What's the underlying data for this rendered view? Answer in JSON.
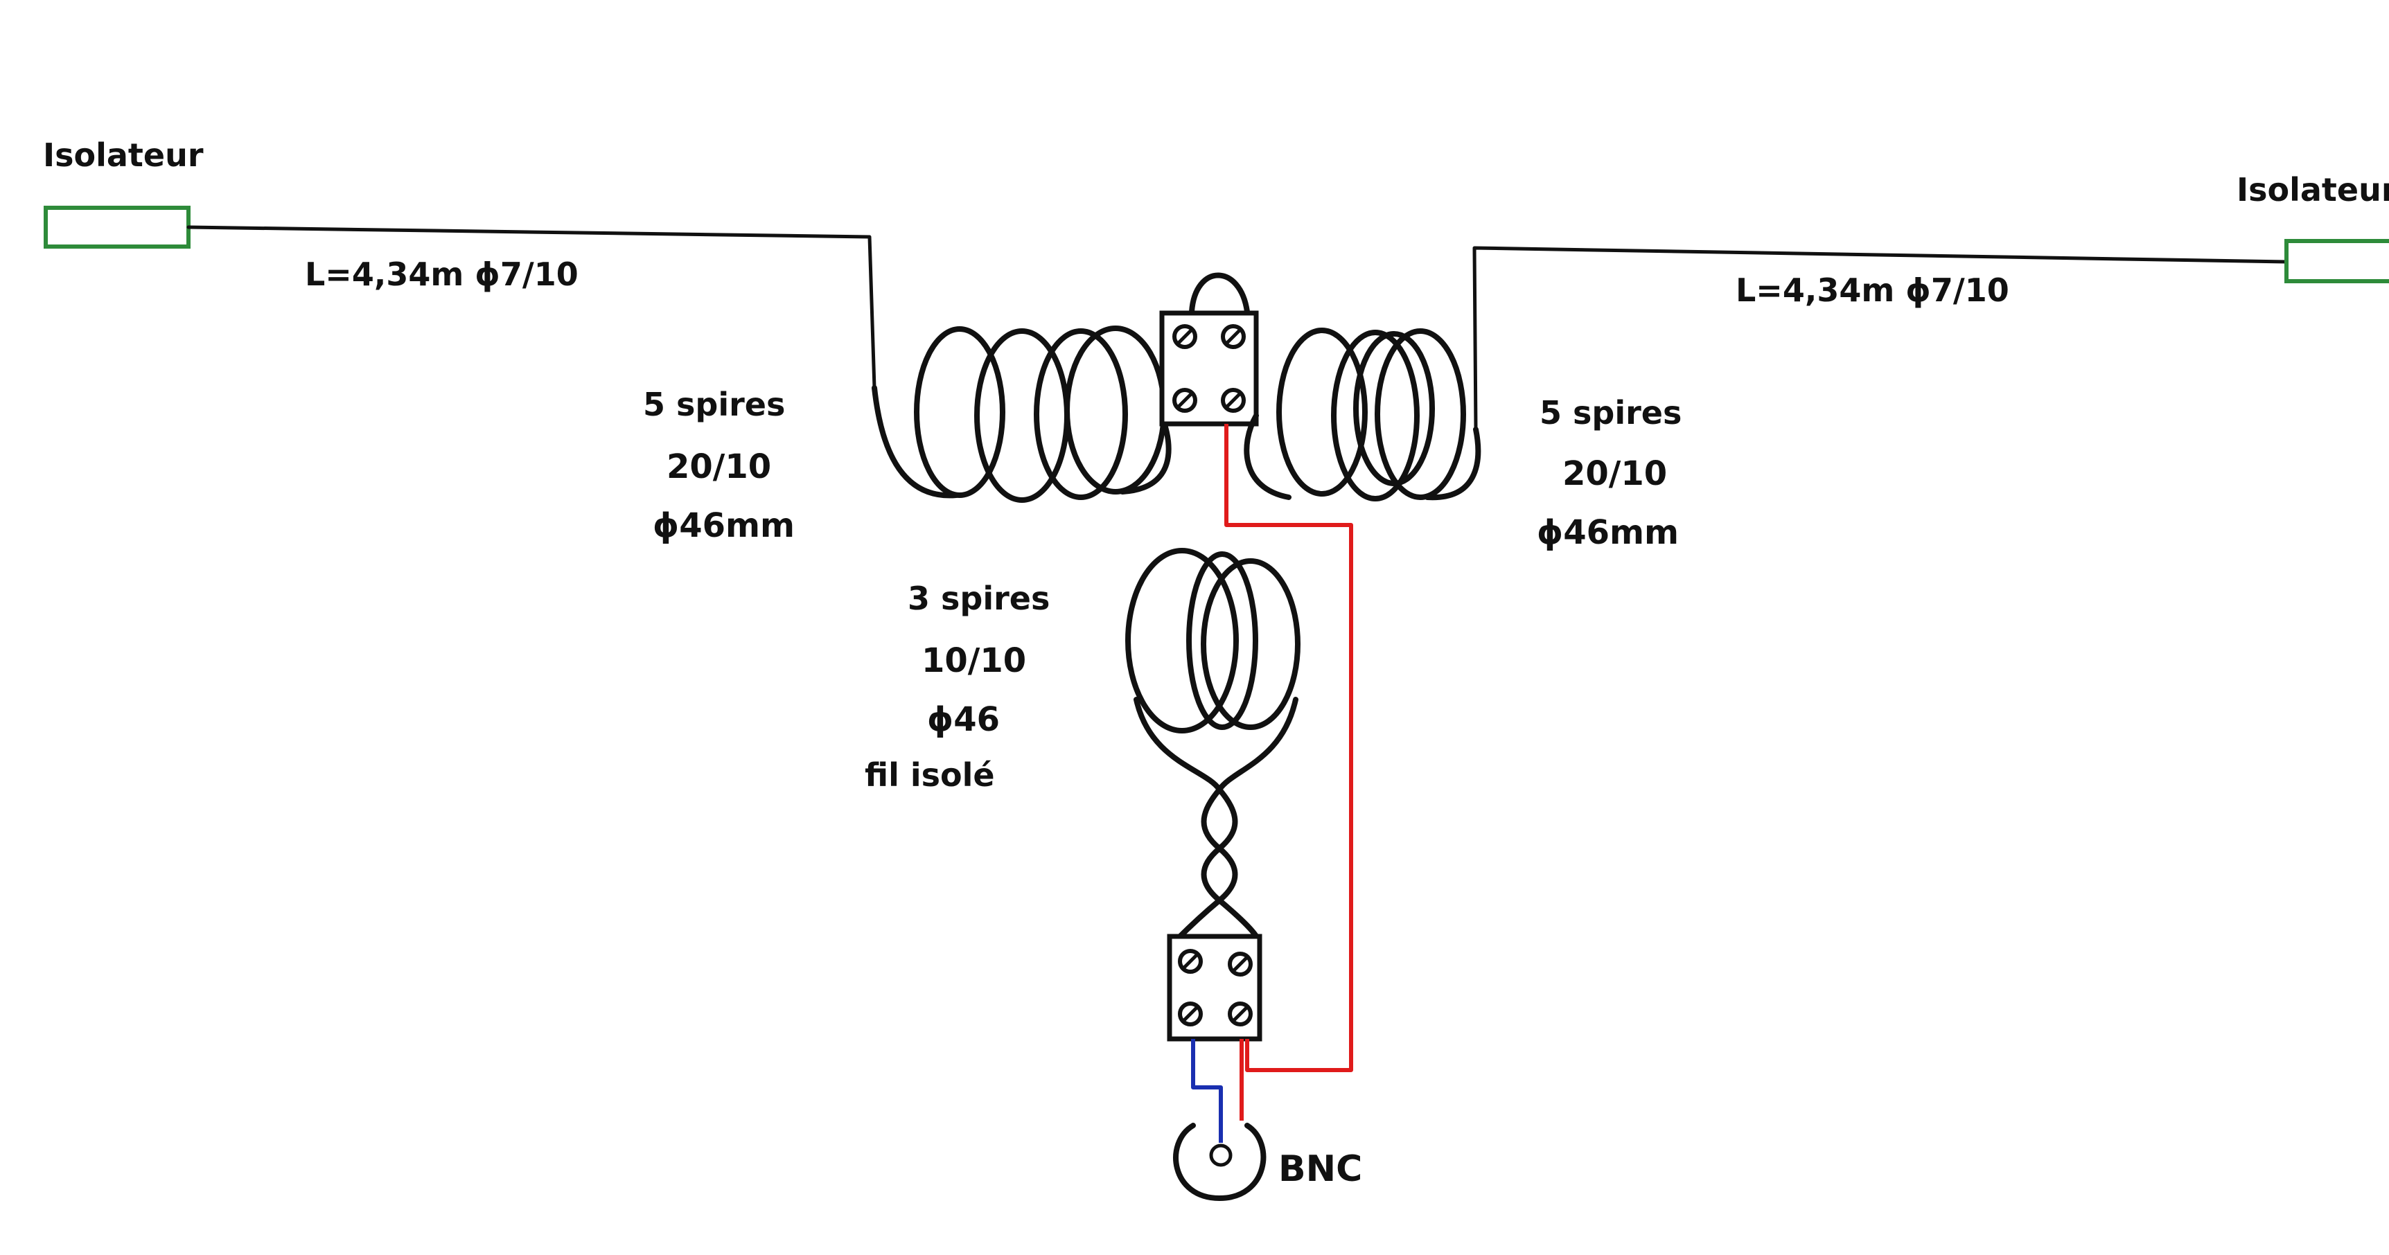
{
  "colors": {
    "ink": "#111111",
    "insulator": "#2e8b3a",
    "feed_red": "#e01b1b",
    "feed_blue": "#1a2fb0"
  },
  "left": {
    "insulator_label": "Isolateur",
    "wire_label": "L=4,34m ϕ7/10",
    "coil_label": [
      "5 spires",
      "20/10",
      "ϕ46mm"
    ]
  },
  "right": {
    "insulator_label": "Isolateur",
    "wire_label": "L=4,34m ϕ7/10",
    "coil_label": [
      "5 spires",
      "20/10",
      "ϕ46mm"
    ]
  },
  "coupling": {
    "coil_label": [
      "3 spires",
      "10/10",
      "ϕ46",
      "fil isolé"
    ]
  },
  "connector": {
    "label": "BNC"
  }
}
